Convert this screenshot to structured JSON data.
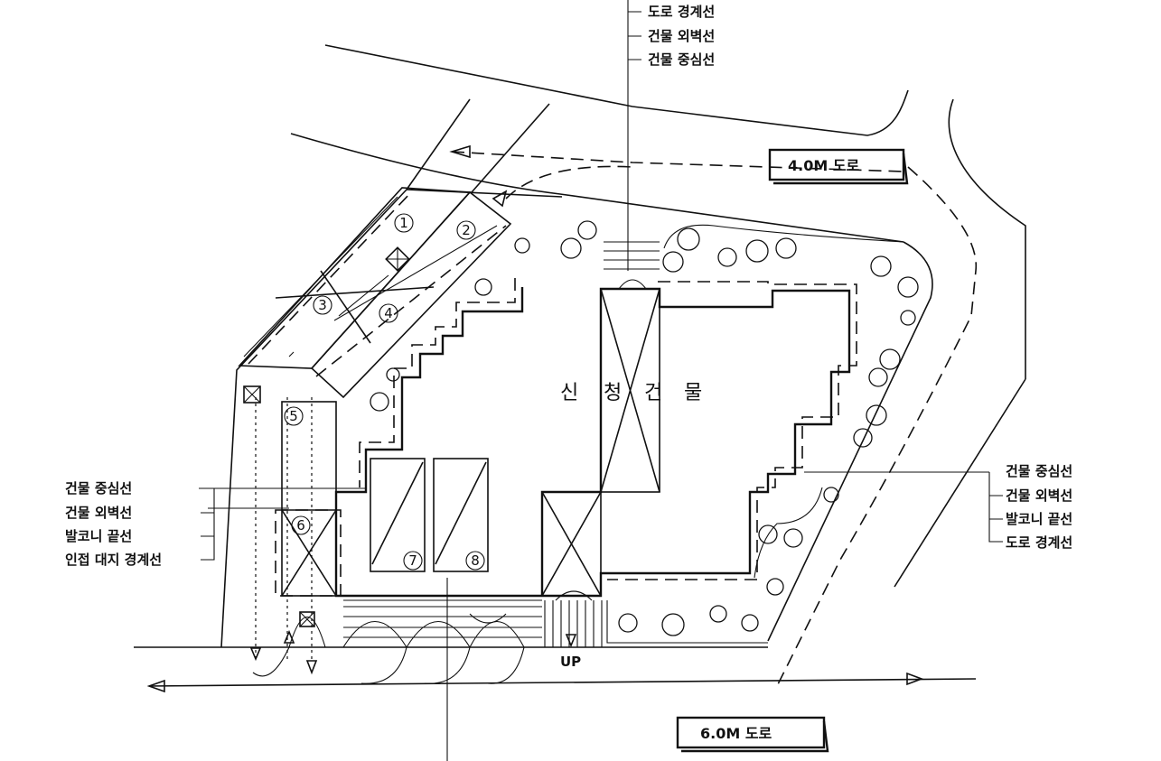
{
  "road_north": "4.0M 도로",
  "road_south": "6.0M 도로",
  "building_name": [
    "신",
    "청",
    "건",
    "물"
  ],
  "up_label": "UP",
  "top_labels": [
    "도로 경계선",
    "건물 외벽선",
    "건물 중심선"
  ],
  "left_labels": [
    "건물 중심선",
    "건물 외벽선",
    "발코니 끝선",
    "인접 대지 경계선"
  ],
  "right_labels": [
    "건물 중심선",
    "건물 외벽선",
    "발코니 끝선",
    "도로 경계선"
  ],
  "spaces": [
    "1",
    "2",
    "3",
    "4",
    "5",
    "6",
    "7",
    "8"
  ]
}
